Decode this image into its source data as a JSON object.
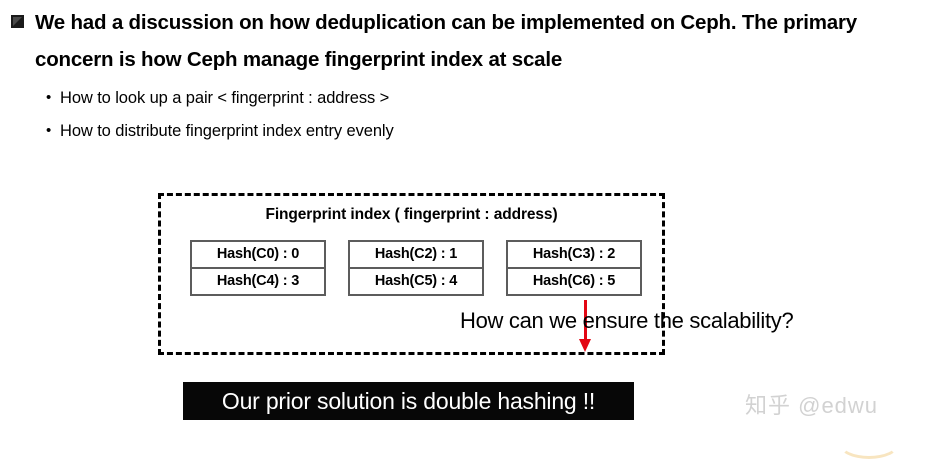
{
  "slide": {
    "title_line1": "We had a discussion on how deduplication can be implemented on Ceph. The primary",
    "title_line2": "concern is how Ceph manage fingerprint index at scale",
    "title_full": "We had a discussion on how deduplication can be implemented on Ceph. The primary\nconcern is how Ceph manage fingerprint index at scale",
    "bullet_marker": "square-marker",
    "sub_bullets": [
      {
        "marker": "•",
        "label": "How to look up a pair < fingerprint : address >"
      },
      {
        "marker": "•",
        "label": "How to distribute fingerprint index entry evenly"
      }
    ],
    "diagram": {
      "heading": "Fingerprint index ( fingerprint : address)",
      "hash_tables": [
        {
          "top_entry": "Hash(C0) : 0",
          "bottom_entry": "Hash(C4) : 3"
        },
        {
          "top_entry": "Hash(C2) : 1",
          "bottom_entry": "Hash(C5) : 4"
        },
        {
          "top_entry": "Hash(C3) : 2",
          "bottom_entry": "Hash(C6) : 5"
        }
      ],
      "arrow": {
        "name": "down-arrow-icon",
        "color": "#e30613",
        "direction": "down"
      },
      "border_style": "dashed"
    },
    "question": "How can we ensure the scalability?",
    "banner": {
      "text": "Our prior solution is double hashing !!",
      "background": "#070707",
      "foreground": "#ffffff"
    },
    "watermark": {
      "text": "知乎 @edwu",
      "color": "#d2d2d2"
    }
  }
}
